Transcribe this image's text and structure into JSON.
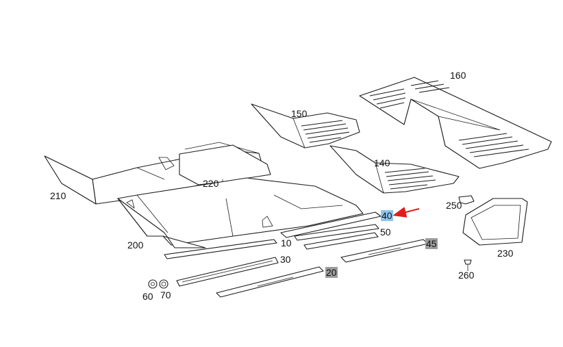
{
  "callouts": {
    "c160": "160",
    "c150": "150",
    "c140": "140",
    "c210": "210",
    "c220": "220",
    "c200": "200",
    "c250": "250",
    "c40": "40",
    "c50": "50",
    "c45": "45",
    "c10": "10",
    "c30": "30",
    "c230": "230",
    "c20": "20",
    "c260": "260",
    "c60": "60",
    "c70": "70"
  },
  "colors": {
    "line": "#1a1a1a",
    "arrow": "#e31b1b",
    "highlight_selected": "#8fc6ec",
    "highlight_secondary": "#9c9c9c"
  },
  "selected_part": "40"
}
